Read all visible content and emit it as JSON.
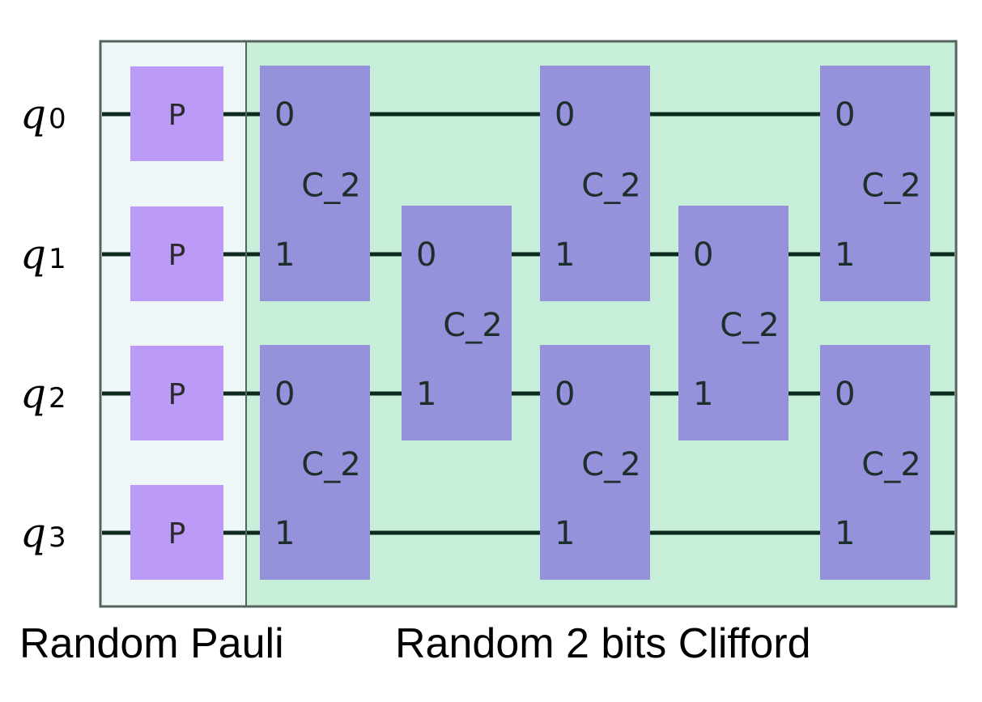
{
  "qubits": [
    {
      "name": "q",
      "index": "0"
    },
    {
      "name": "q",
      "index": "1"
    },
    {
      "name": "q",
      "index": "2"
    },
    {
      "name": "q",
      "index": "3"
    }
  ],
  "pauli_gates": [
    {
      "label": "P",
      "qubit": 0
    },
    {
      "label": "P",
      "qubit": 1
    },
    {
      "label": "P",
      "qubit": 2
    },
    {
      "label": "P",
      "qubit": 3
    }
  ],
  "clifford_gates": [
    {
      "label": "C_2",
      "layer": 0,
      "qubits": [
        0,
        1
      ],
      "port_labels": [
        "0",
        "1"
      ]
    },
    {
      "label": "C_2",
      "layer": 0,
      "qubits": [
        2,
        3
      ],
      "port_labels": [
        "0",
        "1"
      ]
    },
    {
      "label": "C_2",
      "layer": 1,
      "qubits": [
        1,
        2
      ],
      "port_labels": [
        "0",
        "1"
      ]
    },
    {
      "label": "C_2",
      "layer": 2,
      "qubits": [
        0,
        1
      ],
      "port_labels": [
        "0",
        "1"
      ]
    },
    {
      "label": "C_2",
      "layer": 2,
      "qubits": [
        2,
        3
      ],
      "port_labels": [
        "0",
        "1"
      ]
    },
    {
      "label": "C_2",
      "layer": 3,
      "qubits": [
        1,
        2
      ],
      "port_labels": [
        "0",
        "1"
      ]
    },
    {
      "label": "C_2",
      "layer": 4,
      "qubits": [
        0,
        1
      ],
      "port_labels": [
        "0",
        "1"
      ]
    },
    {
      "label": "C_2",
      "layer": 4,
      "qubits": [
        2,
        3
      ],
      "port_labels": [
        "0",
        "1"
      ]
    }
  ],
  "captions": {
    "pauli": "Random Pauli",
    "clifford": "Random 2 bits Clifford"
  },
  "colors": {
    "pauli_bg": "#eff6f8",
    "clifford_bg": "#c7eed9",
    "frame": "#56645f",
    "wire": "#0c2b1e",
    "pauli_gate": "#bb9af8",
    "clifford_gate": "#9591db"
  }
}
